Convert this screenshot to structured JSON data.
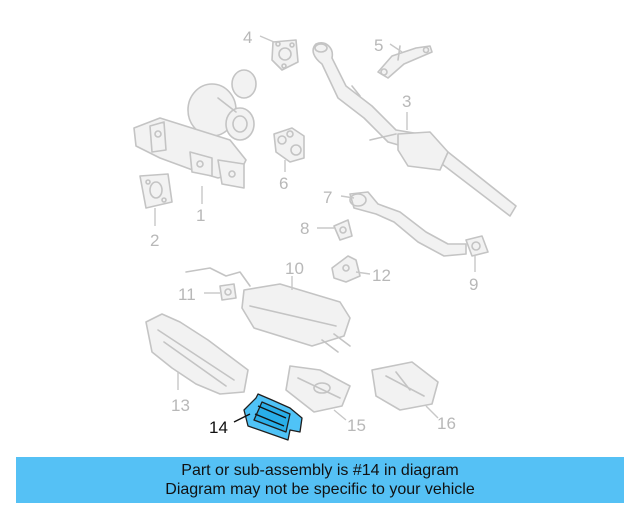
{
  "callouts": [
    {
      "id": "1",
      "label": "1"
    },
    {
      "id": "2",
      "label": "2"
    },
    {
      "id": "3",
      "label": "3"
    },
    {
      "id": "4",
      "label": "4"
    },
    {
      "id": "5",
      "label": "5"
    },
    {
      "id": "6",
      "label": "6"
    },
    {
      "id": "7",
      "label": "7"
    },
    {
      "id": "8",
      "label": "8"
    },
    {
      "id": "9",
      "label": "9"
    },
    {
      "id": "10",
      "label": "10"
    },
    {
      "id": "11",
      "label": "11"
    },
    {
      "id": "12",
      "label": "12"
    },
    {
      "id": "13",
      "label": "13"
    },
    {
      "id": "14",
      "label": "14"
    },
    {
      "id": "15",
      "label": "15"
    },
    {
      "id": "16",
      "label": "16"
    }
  ],
  "highlighted_part": "14",
  "colors": {
    "banner": "#55c1f5",
    "highlight": "#4fc3f7",
    "faded_part": "#c4c4c4"
  },
  "banner": {
    "line1": "Part or sub-assembly is #14 in diagram",
    "line2": "Diagram may not be specific to your vehicle"
  }
}
